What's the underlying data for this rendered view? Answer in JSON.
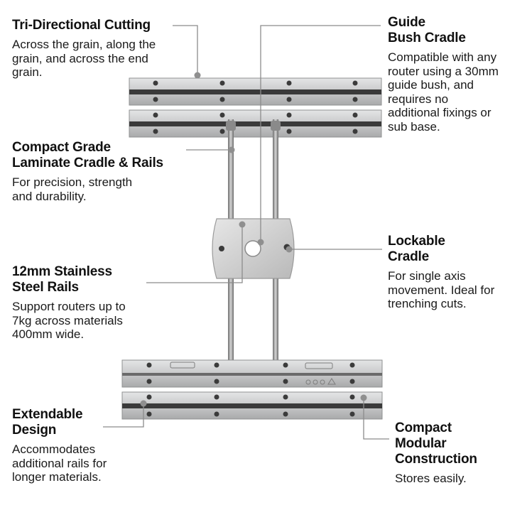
{
  "callouts": {
    "tri_directional": {
      "title": "Tri-Directional Cutting",
      "body": "Across the grain, along the grain, and across the end grain."
    },
    "guide_bush": {
      "title_line1": "Guide",
      "title_line2": "Bush Cradle",
      "body": "Compatible with any router using a 30mm guide bush, and requires no additional fixings or sub base."
    },
    "laminate": {
      "title_line1": "Compact Grade",
      "title_line2": "Laminate Cradle & Rails",
      "body": "For precision, strength and durability."
    },
    "lockable": {
      "title_line1": "Lockable",
      "title_line2": "Cradle",
      "body": "For single axis movement. Ideal for trenching cuts."
    },
    "steel_rails": {
      "title_line1": "12mm Stainless",
      "title_line2": "Steel Rails",
      "body": "Support routers up to 7kg across materials 400mm wide."
    },
    "extendable": {
      "title_line1": "Extendable",
      "title_line2": "Design",
      "body": "Accommodates additional rails for longer materials."
    },
    "modular": {
      "title_line1": "Compact",
      "title_line2": "Modular",
      "title_line3": "Construction",
      "body": "Stores easily."
    }
  },
  "colors": {
    "rail": "#c9cacb",
    "rail_edge": "#9a9b9c",
    "slot": "#3a3a3a",
    "leader": "#8c8c8c"
  }
}
